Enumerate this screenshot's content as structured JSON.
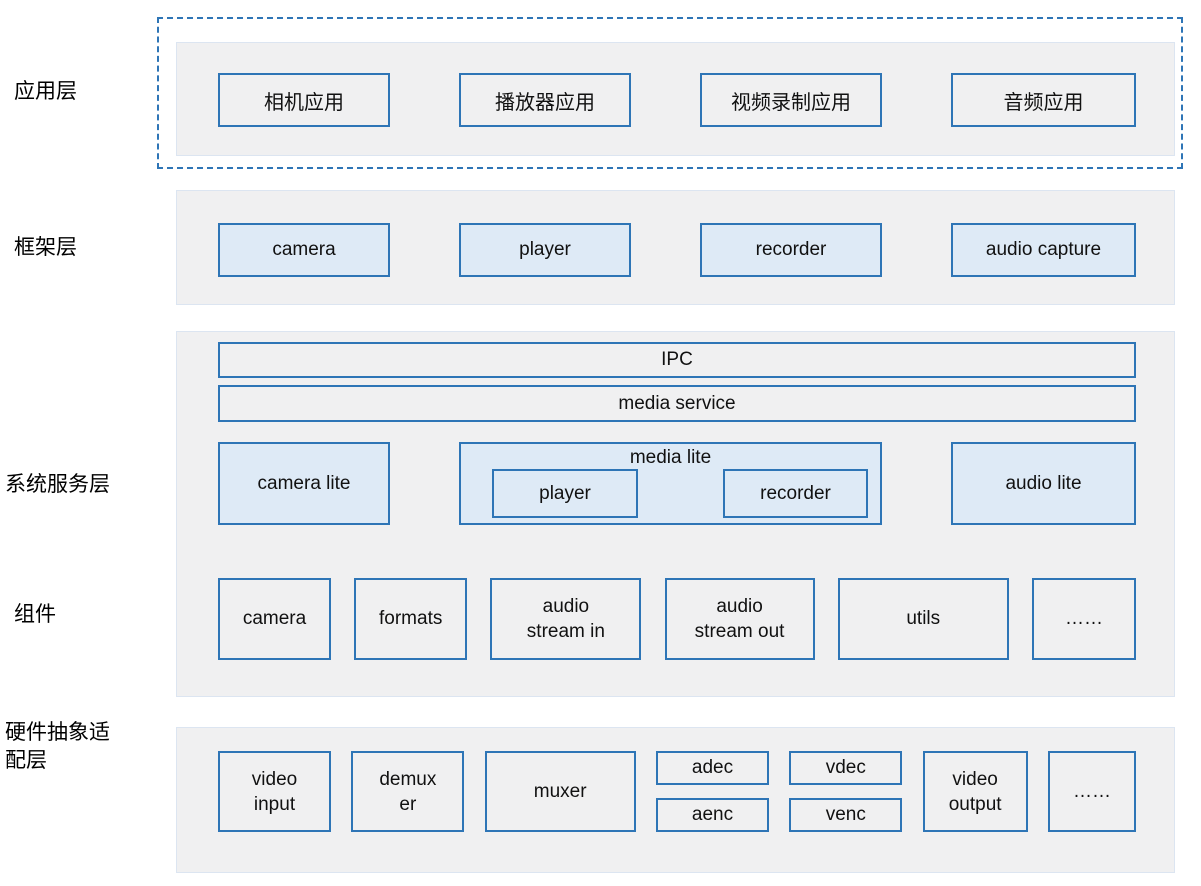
{
  "colors": {
    "accent_blue": "#2E75B6",
    "panel_bg": "#F0F0F1",
    "panel_border": "#DCE5F1",
    "light_blue_fill": "#DEEAF6"
  },
  "layers": {
    "app": {
      "label": "应用层",
      "boxes": [
        "相机应用",
        "播放器应用",
        "视频录制应用",
        "音频应用"
      ]
    },
    "framework": {
      "label": "框架层",
      "boxes": [
        "camera",
        "player",
        "recorder",
        "audio capture"
      ]
    },
    "system": {
      "label": "系统服务层",
      "ipc": "IPC",
      "media_service": "media service",
      "camera_lite": "camera lite",
      "media_lite": {
        "label": "media lite",
        "children": [
          "player",
          "recorder"
        ]
      },
      "audio_lite": "audio lite"
    },
    "components": {
      "label": "组件",
      "boxes": [
        "camera",
        "formats",
        "audio stream in",
        "audio stream out",
        "utils",
        "……"
      ]
    },
    "hal": {
      "label": "硬件抽象适配层",
      "video_input": "video input",
      "demuxer": "demuxer",
      "muxer": "muxer",
      "audio_codec_stack": [
        "adec",
        "aenc"
      ],
      "video_codec_stack": [
        "vdec",
        "venc"
      ],
      "video_output": "video output",
      "more": "……"
    }
  }
}
